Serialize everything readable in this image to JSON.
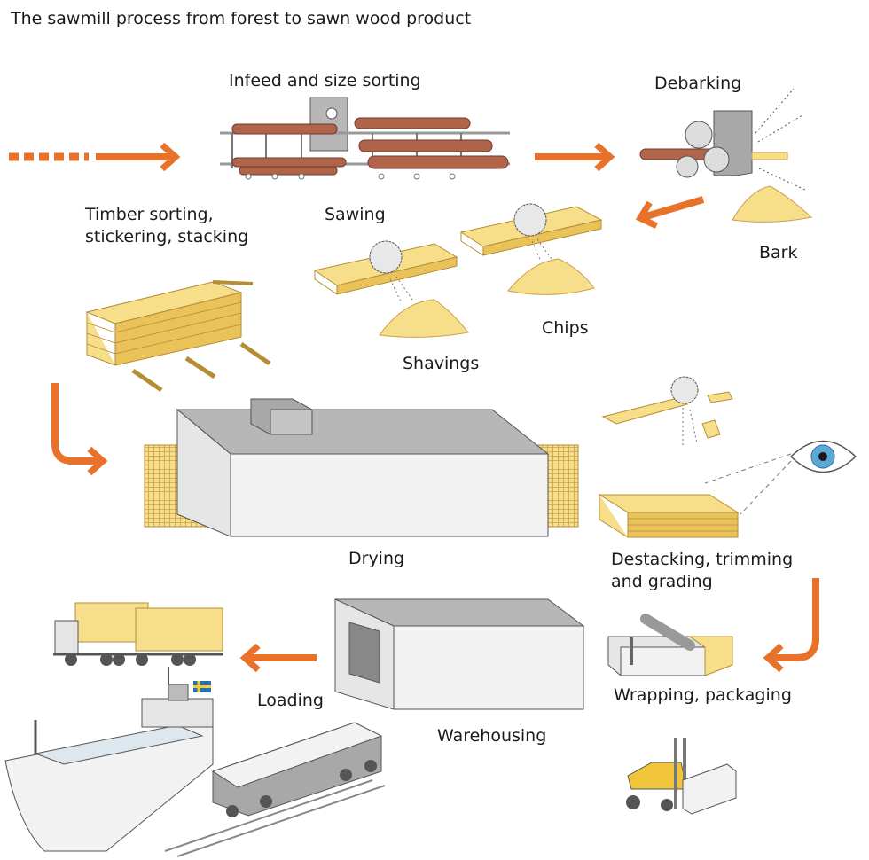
{
  "title": "The sawmill process from forest to sawn wood product",
  "steps": {
    "infeed": "Infeed and size sorting",
    "debarking": "Debarking",
    "bark": "Bark",
    "sawing": "Sawing",
    "chips": "Chips",
    "shavings": "Shavings",
    "timber_sorting_line1": "Timber sorting,",
    "timber_sorting_line2": "stickering, stacking",
    "drying": "Drying",
    "destacking_line1": "Destacking, trimming",
    "destacking_line2": "and grading",
    "wrapping": "Wrapping, packaging",
    "warehousing": "Warehousing",
    "loading": "Loading"
  },
  "colors": {
    "arrow": "#E8722A",
    "log": "#B0654A",
    "wood": "#F7DE8A",
    "wood_dark": "#E9C25A",
    "roof": "#B7B7B7",
    "wall": "#F2F2F2",
    "machine": "#A8A8A8",
    "eye_iris": "#5AA9D6"
  },
  "icons": [
    "dotted-arrow-icon",
    "arrow-right-icon",
    "arrow-left-icon",
    "arrow-down-right-icon",
    "arrow-down-left-icon",
    "eye-icon",
    "swedish-flag-icon",
    "saw-blade-icon"
  ]
}
